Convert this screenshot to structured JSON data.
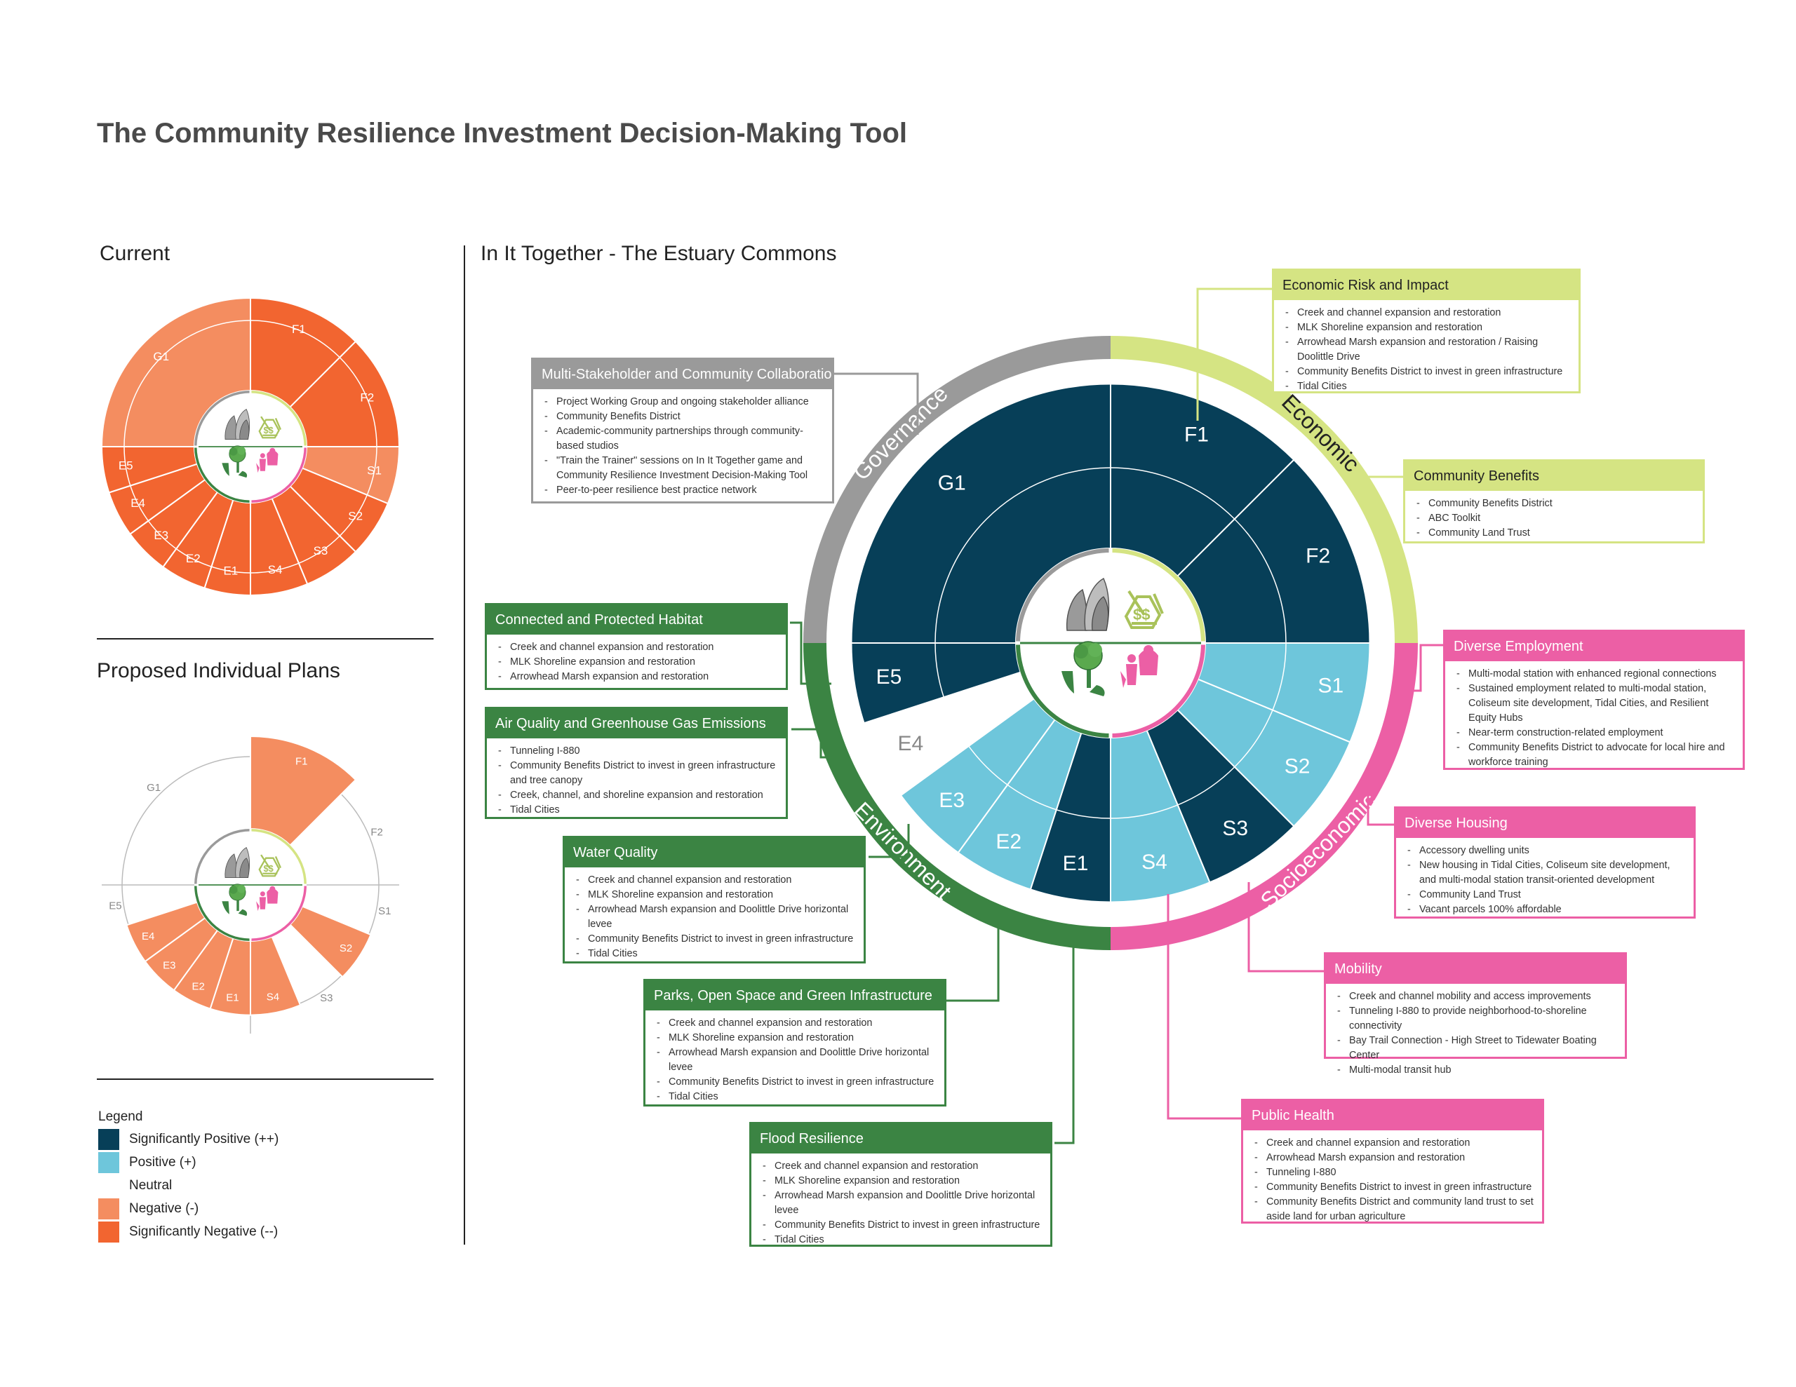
{
  "title": "The Community Resilience Investment Decision-Making Tool",
  "sections": {
    "current": "Current",
    "proposed": "Proposed Individual Plans",
    "main": "In It Together - The Estuary Commons"
  },
  "colors": {
    "sig_pos": "#073f58",
    "pos": "#6ec6db",
    "neutral": "#ffffff",
    "neg": "#f48d60",
    "sig_neg": "#f26530",
    "governance": "#9a9a9a",
    "economic": "#d5e483",
    "socioeconomic": "#ec5fa5",
    "environment": "#3b8443"
  },
  "legend": {
    "title": "Legend",
    "items": [
      {
        "label": "Significantly Positive (++)",
        "color": "#073f58"
      },
      {
        "label": "Positive (+)",
        "color": "#6ec6db"
      },
      {
        "label": "Neutral",
        "color": "#ffffff"
      },
      {
        "label": "Negative (-)",
        "color": "#f48d60"
      },
      {
        "label": "Significantly Negative (--)",
        "color": "#f26530"
      }
    ]
  },
  "main_wheel": {
    "categories": [
      "Governance",
      "Economic",
      "Socioeconomic",
      "Environment"
    ],
    "segments": [
      {
        "id": "F1",
        "rating": "sig_pos"
      },
      {
        "id": "F2",
        "rating": "sig_pos"
      },
      {
        "id": "S1",
        "rating": "pos"
      },
      {
        "id": "S2",
        "rating": "pos"
      },
      {
        "id": "S3",
        "rating": "sig_pos"
      },
      {
        "id": "S4",
        "rating": "pos"
      },
      {
        "id": "E1",
        "rating": "sig_pos"
      },
      {
        "id": "E2",
        "rating": "pos"
      },
      {
        "id": "E3",
        "rating": "pos"
      },
      {
        "id": "E4",
        "rating": "neutral"
      },
      {
        "id": "E5",
        "rating": "sig_pos"
      },
      {
        "id": "G1",
        "rating": "sig_pos"
      }
    ]
  },
  "current_wheel": {
    "segments": [
      {
        "id": "F1",
        "rating": "sig_neg"
      },
      {
        "id": "F2",
        "rating": "sig_neg"
      },
      {
        "id": "S1",
        "rating": "neg"
      },
      {
        "id": "S2",
        "rating": "sig_neg"
      },
      {
        "id": "S3",
        "rating": "sig_neg"
      },
      {
        "id": "S4",
        "rating": "sig_neg"
      },
      {
        "id": "E1",
        "rating": "sig_neg"
      },
      {
        "id": "E2",
        "rating": "sig_neg"
      },
      {
        "id": "E3",
        "rating": "sig_neg"
      },
      {
        "id": "E4",
        "rating": "sig_neg"
      },
      {
        "id": "E5",
        "rating": "sig_neg"
      },
      {
        "id": "G1",
        "rating": "neg"
      }
    ]
  },
  "proposed_wheel": {
    "segments": [
      {
        "id": "F1",
        "rating": "neg",
        "extent": 1.0
      },
      {
        "id": "F2",
        "rating": "neutral",
        "extent": 0
      },
      {
        "id": "S1",
        "rating": "neutral",
        "extent": 0
      },
      {
        "id": "S2",
        "rating": "neg",
        "extent": 0.8
      },
      {
        "id": "S3",
        "rating": "neutral",
        "extent": 0
      },
      {
        "id": "S4",
        "rating": "neg",
        "extent": 0.8
      },
      {
        "id": "E1",
        "rating": "neg",
        "extent": 0.8
      },
      {
        "id": "E2",
        "rating": "neg",
        "extent": 0.8
      },
      {
        "id": "E3",
        "rating": "neg",
        "extent": 0.8
      },
      {
        "id": "E4",
        "rating": "neg",
        "extent": 0.8
      },
      {
        "id": "E5",
        "rating": "neutral",
        "extent": 0
      },
      {
        "id": "G1",
        "rating": "neutral",
        "extent": 0
      }
    ]
  },
  "boxes": {
    "multi": {
      "title": "Multi-Stakeholder and Community Collaboration",
      "items": [
        "Project Working Group and ongoing stakeholder alliance",
        "Community Benefits District",
        "Academic-community partnerships through community-based studios",
        "\"Train the Trainer\" sessions on In It Together game and Community Resilience Investment Decision-Making Tool",
        "Peer-to-peer resilience best practice network"
      ]
    },
    "econ_risk": {
      "title": "Economic Risk and Impact",
      "items": [
        "Creek and channel expansion and restoration",
        "MLK Shoreline expansion and restoration",
        "Arrowhead Marsh expansion and restoration / Raising Doolittle Drive",
        "Community Benefits District to invest in green infrastructure",
        "Tidal Cities"
      ]
    },
    "comm_benefits": {
      "title": "Community Benefits",
      "items": [
        "Community Benefits District",
        "ABC Toolkit",
        "Community Land Trust"
      ]
    },
    "div_employment": {
      "title": "Diverse Employment",
      "items": [
        "Multi-modal station with enhanced regional connections",
        "Sustained employment related to multi-modal station, Coliseum site development, Tidal Cities, and Resilient Equity Hubs",
        "Near-term construction-related employment",
        "Community Benefits District to advocate for local hire and workforce training"
      ]
    },
    "div_housing": {
      "title": "Diverse Housing",
      "items": [
        "Accessory dwelling units",
        "New housing in Tidal Cities, Coliseum site development, and multi-modal station transit-oriented development",
        "Community Land Trust",
        "Vacant parcels 100% affordable"
      ]
    },
    "mobility": {
      "title": "Mobility",
      "items": [
        "Creek and channel mobility and access improvements",
        "Tunneling I-880 to provide neighborhood-to-shoreline connectivity",
        "Bay Trail Connection - High Street to Tidewater Boating Center",
        "Multi-modal transit hub"
      ]
    },
    "public_health": {
      "title": "Public Health",
      "items": [
        "Creek and channel expansion and restoration",
        "Arrowhead Marsh expansion and restoration",
        "Tunneling I-880",
        "Community Benefits District to invest in green infrastructure",
        "Community Benefits District and community land trust to set aside land for urban agriculture"
      ]
    },
    "habitat": {
      "title": "Connected and Protected Habitat",
      "items": [
        "Creek and channel expansion and restoration",
        "MLK Shoreline expansion and restoration",
        "Arrowhead Marsh expansion and restoration"
      ]
    },
    "air_quality": {
      "title": "Air Quality and Greenhouse Gas Emissions",
      "items": [
        "Tunneling I-880",
        "Community Benefits District to invest in green infrastructure and tree canopy",
        "Creek, channel, and shoreline expansion and restoration",
        "Tidal Cities"
      ]
    },
    "water_quality": {
      "title": "Water Quality",
      "items": [
        "Creek and channel expansion and restoration",
        "MLK Shoreline expansion and restoration",
        "Arrowhead Marsh expansion and Doolittle Drive horizontal levee",
        "Community Benefits District to invest in green infrastructure",
        "Tidal Cities"
      ]
    },
    "parks": {
      "title": "Parks, Open Space and Green Infrastructure",
      "items": [
        "Creek and channel expansion and restoration",
        "MLK Shoreline expansion and restoration",
        "Arrowhead Marsh expansion and Doolittle Drive horizontal levee",
        "Community Benefits District to invest in green infrastructure",
        "Tidal Cities"
      ]
    },
    "flood": {
      "title": "Flood Resilience",
      "items": [
        "Creek and channel expansion and restoration",
        "MLK Shoreline expansion and restoration",
        "Arrowhead Marsh expansion and Doolittle Drive horizontal levee",
        "Community Benefits District to invest in green infrastructure",
        "Tidal Cities"
      ]
    }
  }
}
